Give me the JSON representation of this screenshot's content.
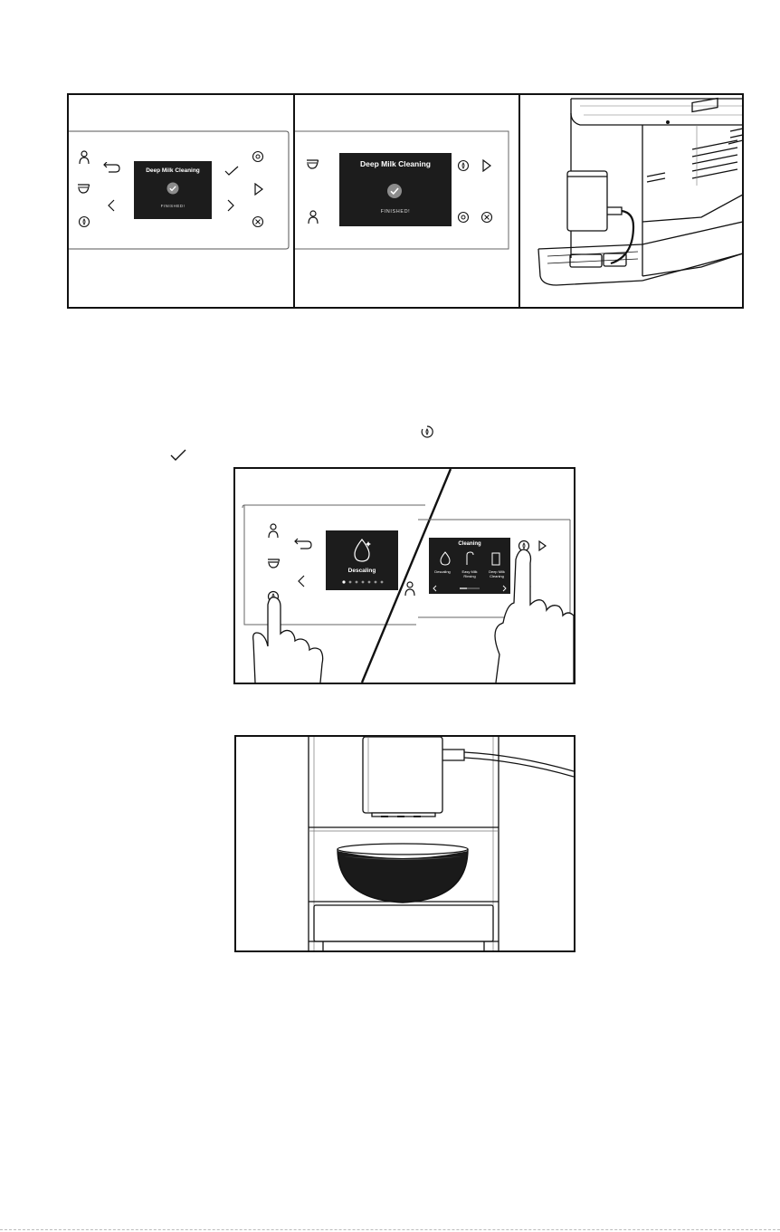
{
  "figure1": {
    "panel_a": {
      "screen_title": "Deep Milk Cleaning",
      "screen_status": "FINISHED!"
    },
    "panel_b": {
      "screen_title": "Deep Milk Cleaning",
      "screen_status": "FINISHED!"
    }
  },
  "figure2": {
    "left_screen_label": "Descaling",
    "right_screen_title": "Cleaning",
    "right_menu": [
      "Descaling",
      "Easy Milk Rinsing",
      "Deep Milk Cleaning"
    ]
  },
  "icons": [
    "person-icon",
    "cup-icon",
    "cleaning-icon",
    "back-arrow-icon",
    "check-icon",
    "settings-icon",
    "play-icon",
    "cancel-icon",
    "chevron-left-icon",
    "chevron-right-icon"
  ],
  "colors": {
    "line": "#111111",
    "screen": "#1c1c1c",
    "screen_text": "#ffffff",
    "check_circle": "#8c8c8c"
  }
}
